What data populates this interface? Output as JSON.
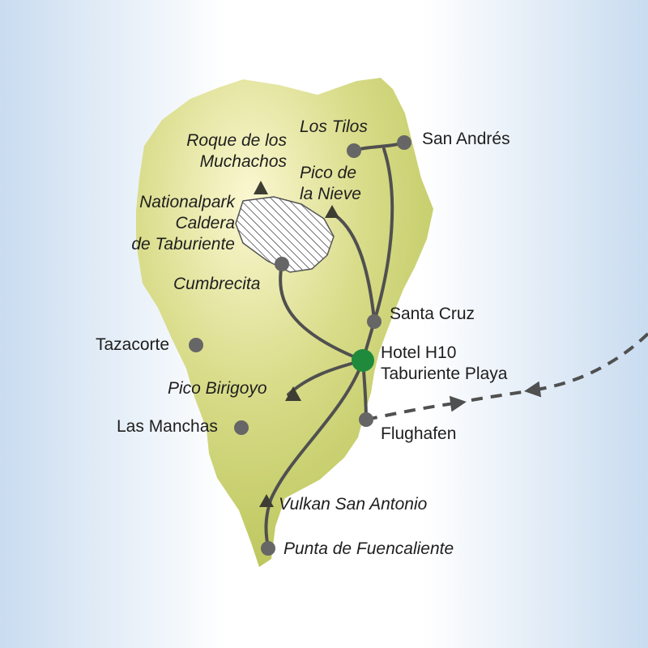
{
  "colors": {
    "sea_light": "#ffffff",
    "sea_blue": "#c9dcf0",
    "island_light": "#fbf8d2",
    "island_green": "#b6c253",
    "route": "#505050",
    "marker": "#666666",
    "hotel": "#1f8a3c",
    "peak": "#3d3d33"
  },
  "places": {
    "los_tilos": "Los Tilos",
    "san_andres": "San Andrés",
    "roque_1": "Roque de los",
    "roque_2": "Muchachos",
    "pico_nieve_1": "Pico de",
    "pico_nieve_2": "la Nieve",
    "nationalpark_1": "Nationalpark",
    "nationalpark_2": "Caldera",
    "nationalpark_3": "de Taburiente",
    "cumbrecita": "Cumbrecita",
    "santa_cruz": "Santa Cruz",
    "hotel_1": "Hotel H10",
    "hotel_2": "Taburiente Playa",
    "tazacorte": "Tazacorte",
    "pico_birigoyo": "Pico Birigoyo",
    "las_manchas": "Las Manchas",
    "flughafen": "Flughafen",
    "vulkan": "Vulkan San Antonio",
    "punta": "Punta de Fuencaliente"
  },
  "icons": {
    "town": "circle-marker",
    "peak": "triangle-marker",
    "hotel": "green-circle-marker",
    "park": "hatched-area",
    "flight": "dashed-arrow"
  }
}
